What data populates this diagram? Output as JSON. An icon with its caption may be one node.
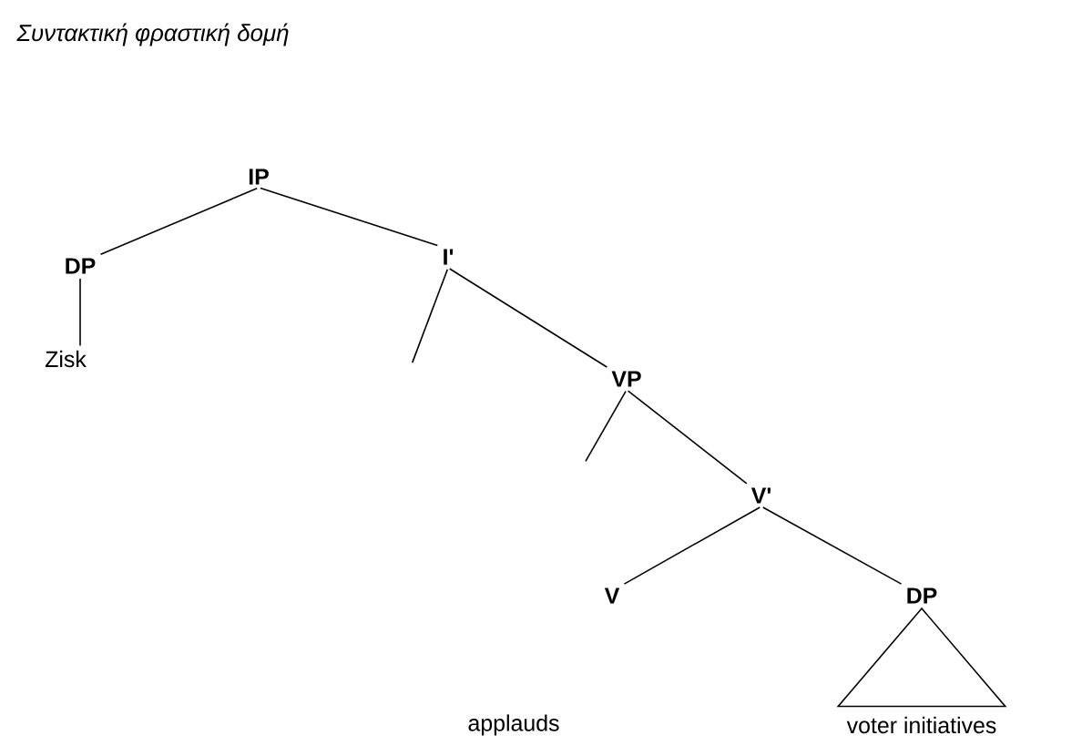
{
  "diagram": {
    "title": "Συντακτική φραστική δομή",
    "nodes": [
      {
        "text": [
          "IP"
        ]
      },
      {
        "text": [
          "DP"
        ]
      },
      {
        "text": [
          "I'"
        ]
      },
      {
        "text": [
          "Zisk"
        ]
      },
      {
        "text": [
          "VP"
        ]
      },
      {
        "text": [
          "V'"
        ]
      },
      {
        "text": [
          "V"
        ]
      },
      {
        "text": [
          "DP"
        ]
      },
      {
        "text": [
          "voter initiatives"
        ]
      }
    ],
    "edges": [
      {
        "from": 0,
        "to": 1,
        "arrow": "none"
      },
      {
        "from": 0,
        "to": 2,
        "arrow": "none"
      },
      {
        "from": 1,
        "to": 3,
        "arrow": "none"
      },
      {
        "from": 2,
        "to": null,
        "arrow": "none"
      },
      {
        "from": 2,
        "to": 4,
        "arrow": "none"
      },
      {
        "from": 4,
        "to": null,
        "arrow": "none"
      },
      {
        "from": 4,
        "to": 5,
        "arrow": "none"
      },
      {
        "from": 5,
        "to": 6,
        "arrow": "none"
      },
      {
        "from": 5,
        "to": 7,
        "arrow": "none"
      },
      {
        "from": 7,
        "to": 8,
        "arrow": "none"
      }
    ],
    "labels": [
      "applauds"
    ]
  }
}
